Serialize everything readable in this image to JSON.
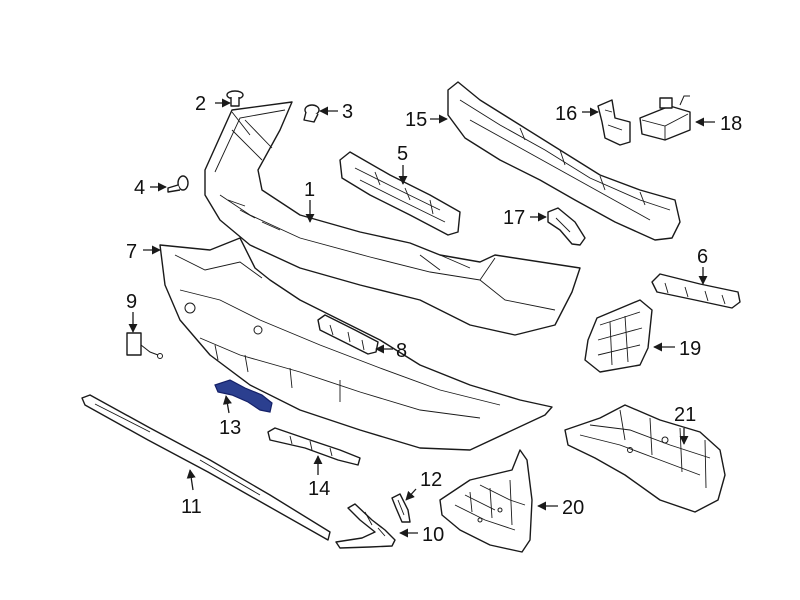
{
  "highlight_color": "#2b3f8f",
  "callouts": {
    "c1": "1",
    "c2": "2",
    "c3": "3",
    "c4": "4",
    "c5": "5",
    "c6": "6",
    "c7": "7",
    "c8": "8",
    "c9": "9",
    "c10": "10",
    "c11": "11",
    "c12": "12",
    "c13": "13",
    "c14": "14",
    "c15": "15",
    "c16": "16",
    "c17": "17",
    "c18": "18",
    "c19": "19",
    "c20": "20",
    "c21": "21"
  }
}
